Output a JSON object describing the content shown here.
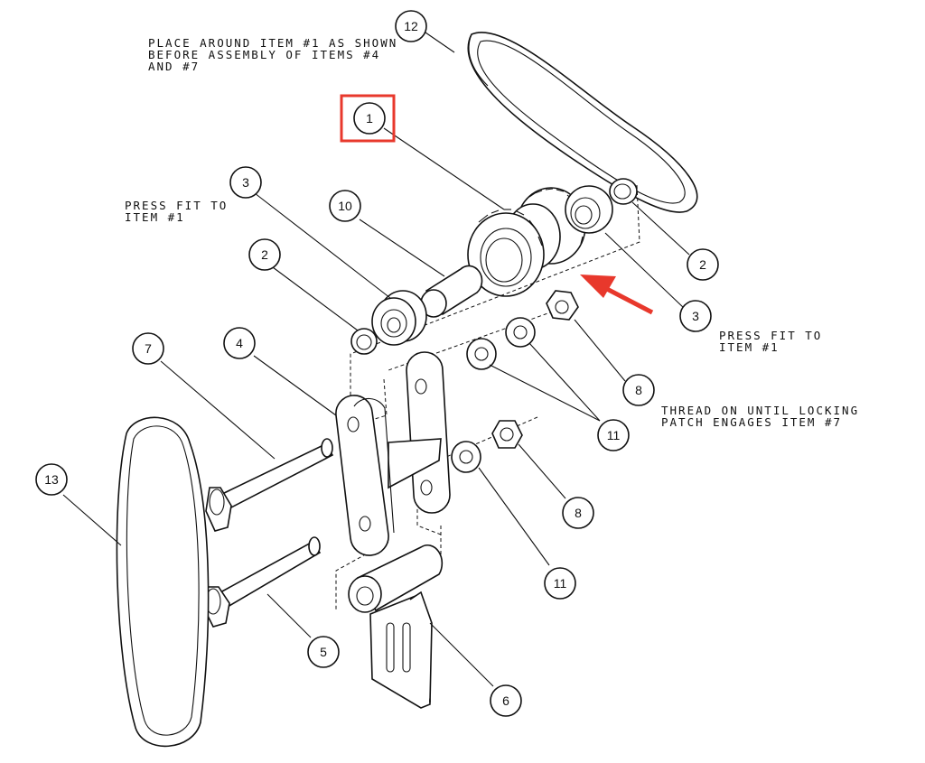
{
  "balloons": [
    {
      "id": "balloon-12",
      "label": "12"
    },
    {
      "id": "balloon-1",
      "label": "1"
    },
    {
      "id": "balloon-3-left",
      "label": "3"
    },
    {
      "id": "balloon-10",
      "label": "10"
    },
    {
      "id": "balloon-2-left",
      "label": "2"
    },
    {
      "id": "balloon-2-right",
      "label": "2"
    },
    {
      "id": "balloon-3-right",
      "label": "3"
    },
    {
      "id": "balloon-7",
      "label": "7"
    },
    {
      "id": "balloon-4",
      "label": "4"
    },
    {
      "id": "balloon-8-top",
      "label": "8"
    },
    {
      "id": "balloon-11-top",
      "label": "11"
    },
    {
      "id": "balloon-13",
      "label": "13"
    },
    {
      "id": "balloon-8-bottom",
      "label": "8"
    },
    {
      "id": "balloon-11-bottom",
      "label": "11"
    },
    {
      "id": "balloon-5",
      "label": "5"
    },
    {
      "id": "balloon-6",
      "label": "6"
    }
  ],
  "notes": {
    "belt": [
      "PLACE AROUND ITEM #1 AS SHOWN",
      "BEFORE ASSEMBLY OF ITEMS #4",
      "AND #7"
    ],
    "press_left": [
      "PRESS FIT TO",
      "ITEM #1"
    ],
    "press_right": [
      "PRESS FIT TO",
      "ITEM #1"
    ],
    "thread": [
      "THREAD ON UNTIL LOCKING",
      "PATCH ENGAGES ITEM #7"
    ]
  },
  "highlight_color": "#e8382c",
  "arrow_color": "#e8382c"
}
